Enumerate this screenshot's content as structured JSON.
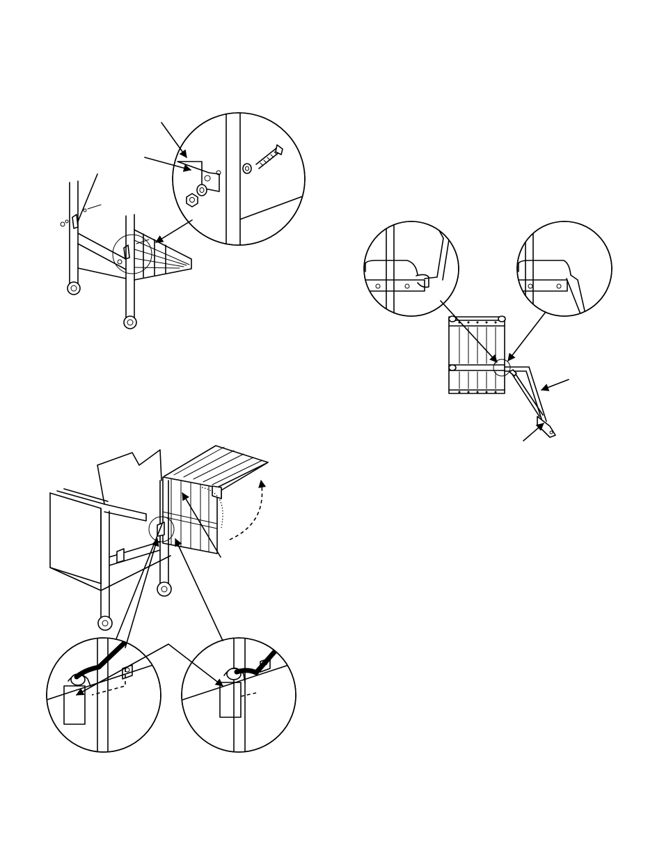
{
  "figures": [
    {
      "id": "side-shelf-attachment",
      "callout_count": 3
    },
    {
      "id": "trash-rack-hook-detail",
      "callout_count": 2
    },
    {
      "id": "folding-shelf-latch",
      "callout_count": 3
    }
  ],
  "colors": {
    "ink": "#000000",
    "paper": "#ffffff"
  }
}
